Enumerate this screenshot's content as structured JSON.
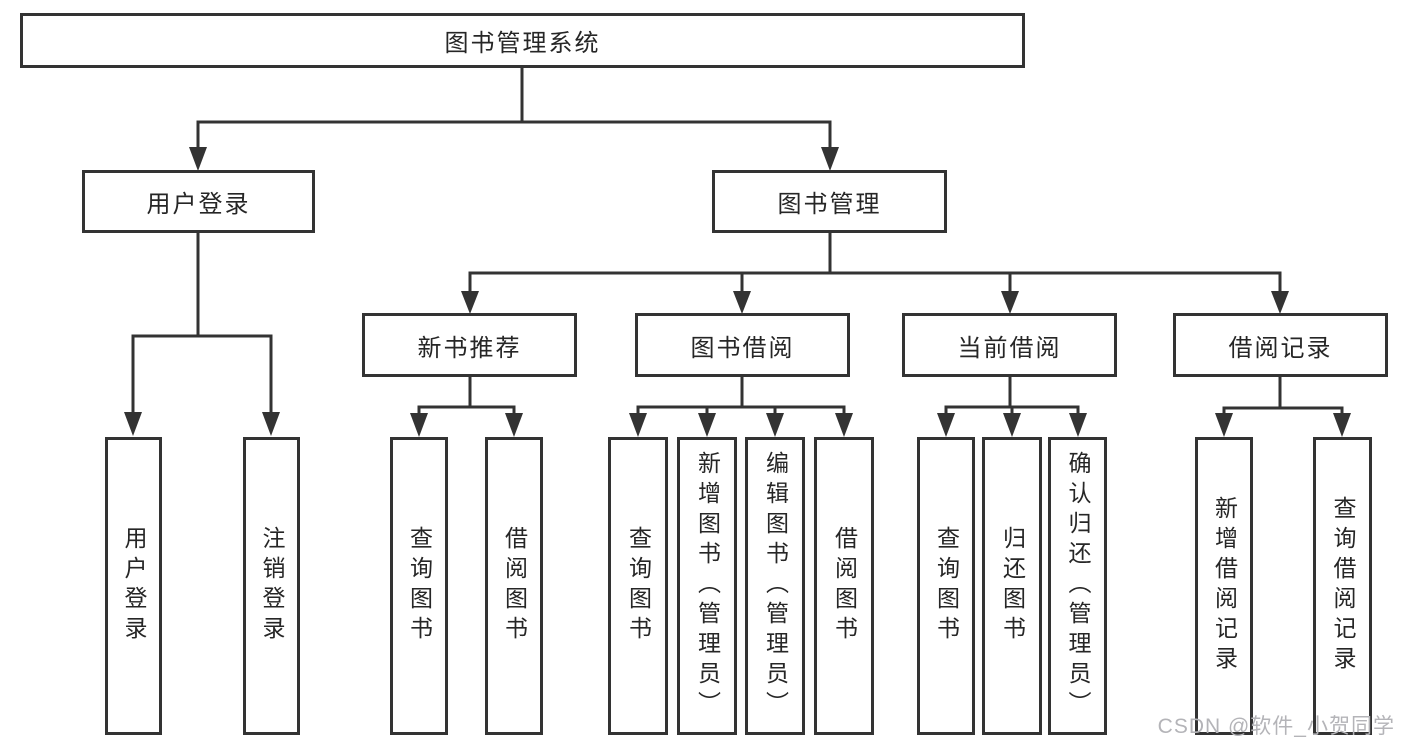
{
  "nodes": {
    "root": "图书管理系统",
    "l2": [
      "用户登录",
      "图书管理"
    ],
    "l3": [
      "新书推荐",
      "图书借阅",
      "当前借阅",
      "借阅记录"
    ],
    "leaves_user": [
      "用户登录",
      "注销登录"
    ],
    "leaves_newbook": [
      "查询图书",
      "借阅图书"
    ],
    "leaves_borrow": [
      "查询图书",
      "新增图书（管理员）",
      "编辑图书（管理员）",
      "借阅图书"
    ],
    "leaves_current": [
      "查询图书",
      "归还图书",
      "确认归还（管理员）"
    ],
    "leaves_record": [
      "新增借阅记录",
      "查询借阅记录"
    ]
  },
  "watermark": {
    "text": "CSDN @软件_小贺同学"
  },
  "colors": {
    "line": "#333333",
    "text": "#262626",
    "watermark": "#b4b4b8",
    "background": "#ffffff"
  }
}
